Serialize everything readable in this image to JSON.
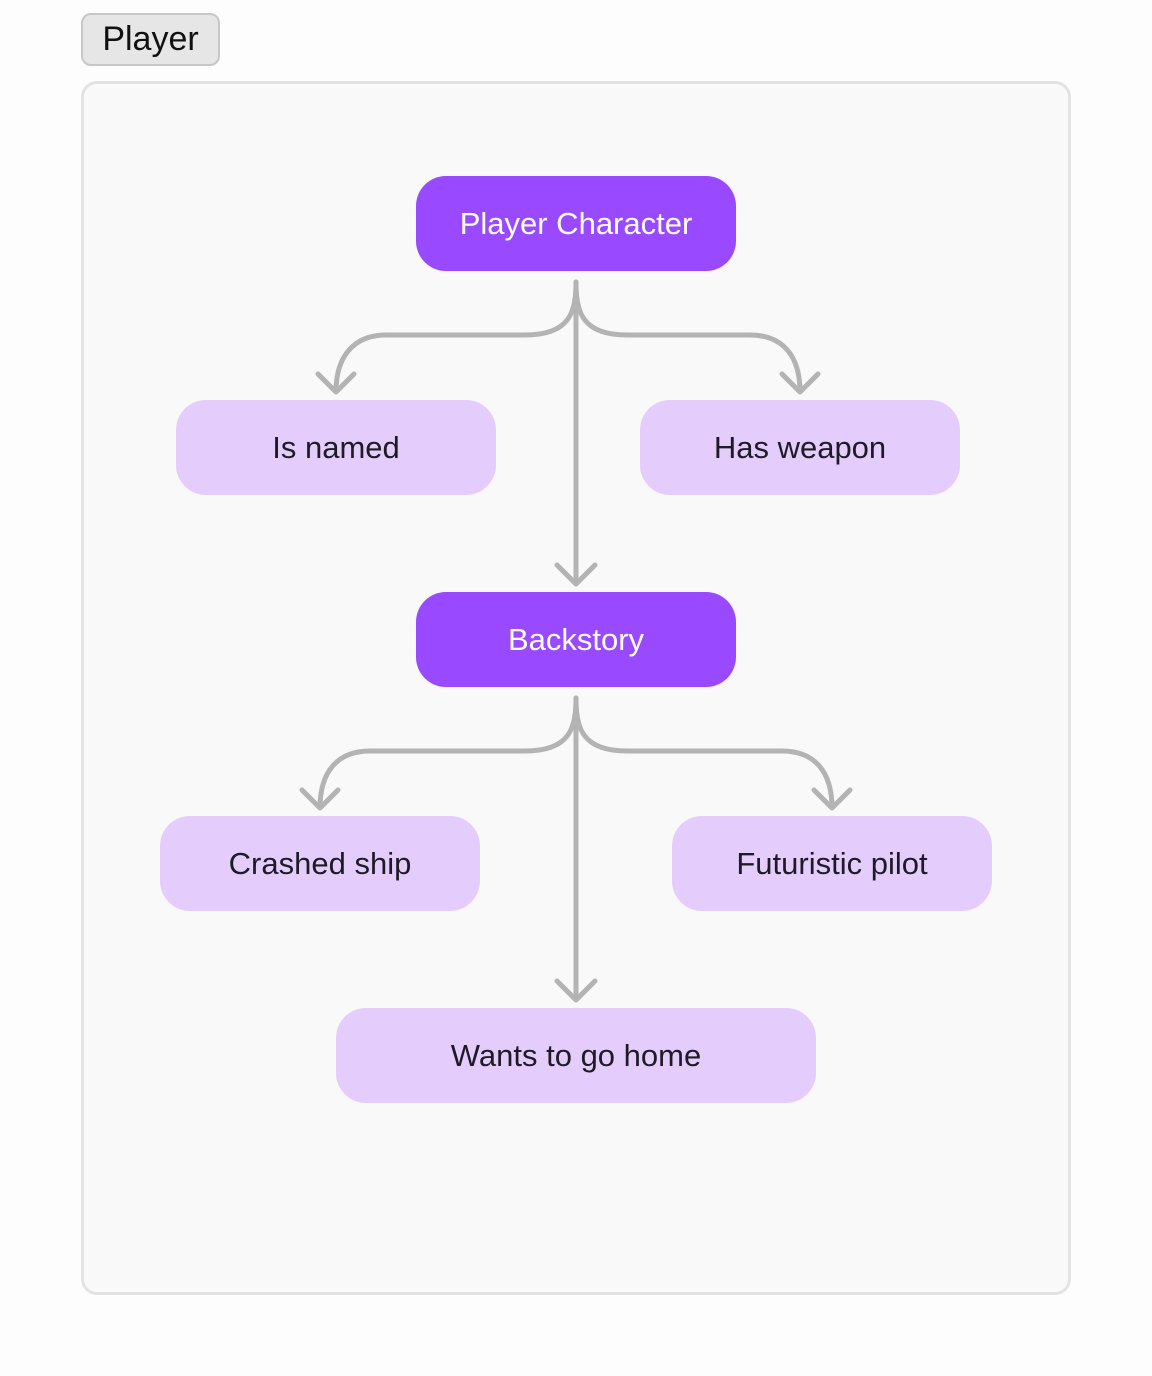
{
  "tab": {
    "label": "Player"
  },
  "nodes": {
    "player_character": "Player Character",
    "is_named": "Is named",
    "has_weapon": "Has weapon",
    "backstory": "Backstory",
    "crashed_ship": "Crashed ship",
    "futuristic_pilot": "Futuristic pilot",
    "wants_to_go_home": "Wants to go home"
  },
  "edges": [
    {
      "from": "Player Character",
      "to": "Is named"
    },
    {
      "from": "Player Character",
      "to": "Has weapon"
    },
    {
      "from": "Player Character",
      "to": "Backstory"
    },
    {
      "from": "Backstory",
      "to": "Crashed ship"
    },
    {
      "from": "Backstory",
      "to": "Futuristic pilot"
    },
    {
      "from": "Backstory",
      "to": "Wants to go home"
    }
  ],
  "colors": {
    "primary_node": "#9949ff",
    "secondary_node": "#e4cdfd",
    "connector": "#b3b3b3",
    "canvas_background": "#f9f9fa"
  }
}
